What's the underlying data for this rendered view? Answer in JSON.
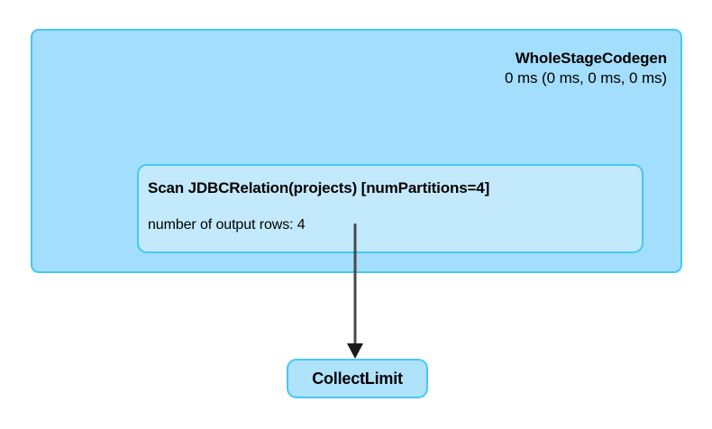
{
  "diagram": {
    "type": "spark-physical-plan-dag",
    "background_color": "#ffffff",
    "colors": {
      "cluster_fill": "#a3defc",
      "node_fill": "#c3e9fc",
      "leaf_fill": "#aee3fb",
      "border": "#44c8f5",
      "edge": "#4a4a4a",
      "text": "#000000"
    },
    "cluster": {
      "name": "WholeStageCodegen",
      "title": "WholeStageCodegen",
      "metrics": "0 ms (0 ms, 0 ms, 0 ms)",
      "children": [
        {
          "name": "scan-jdbc-relation",
          "title": "Scan JDBCRelation(projects) [numPartitions=4]",
          "metric": "number of output rows: 4"
        }
      ]
    },
    "edges": [
      {
        "name": "edge-scan-to-collectlimit",
        "from": "Scan JDBCRelation(projects) [numPartitions=4]",
        "to": "CollectLimit",
        "direction": "down",
        "arrowhead": "filled-triangle"
      }
    ],
    "leaf": {
      "name": "CollectLimit",
      "label": "CollectLimit"
    }
  }
}
